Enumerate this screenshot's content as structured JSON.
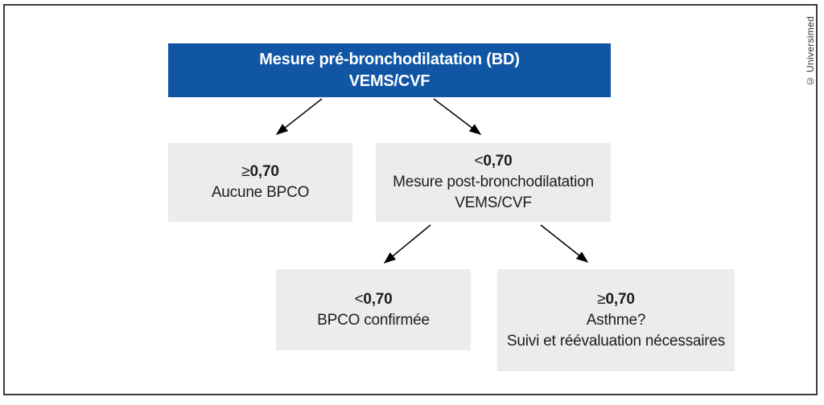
{
  "copyright": "© Universimed",
  "colors": {
    "box_blue": "#1156A5",
    "box_gray": "#ECECEC",
    "text_dark": "#1D1D1B",
    "arrow": "#000000",
    "frame": "#3C3C3C"
  },
  "flowchart": {
    "root": {
      "line1": "Mesure pré-bronchodilatation (BD)",
      "line2": "VEMS/CVF"
    },
    "no_copd": {
      "symbol": "≥",
      "value": "0,70",
      "line": "Aucune BPCO"
    },
    "post_bd": {
      "symbol": "<",
      "value": "0,70",
      "line1": "Mesure post-bronchodilatation",
      "line2": "VEMS/CVF"
    },
    "copd_confirmed": {
      "symbol": "<",
      "value": "0,70",
      "line": "BPCO confirmée"
    },
    "asthma": {
      "symbol": "≥",
      "value": "0,70",
      "line1": "Asthme?",
      "line2": "Suivi et réévaluation nécessaires"
    }
  }
}
